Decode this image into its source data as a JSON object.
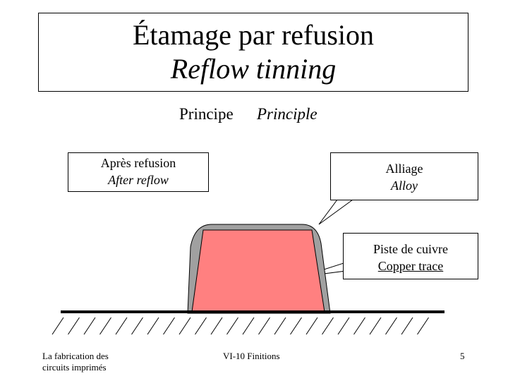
{
  "title": {
    "french": "Étamage par refusion",
    "english": "Reflow tinning"
  },
  "principle": {
    "french": "Principe",
    "english": "Principle"
  },
  "labels": {
    "after_reflow": {
      "french": "Après refusion",
      "english": "After reflow"
    },
    "alloy": {
      "french": "Alliage",
      "english": "Alloy"
    },
    "copper_trace": {
      "french": "Piste de cuivre",
      "english": "Copper trace"
    }
  },
  "colors": {
    "copper": "#ff8080",
    "alloy": "#a0a0a0",
    "substrate_line": "#000000"
  },
  "footer": {
    "left_line1": "La fabrication des",
    "left_line2": "circuits imprimés",
    "center": "VI-10 Finitions",
    "page_number": "5"
  }
}
